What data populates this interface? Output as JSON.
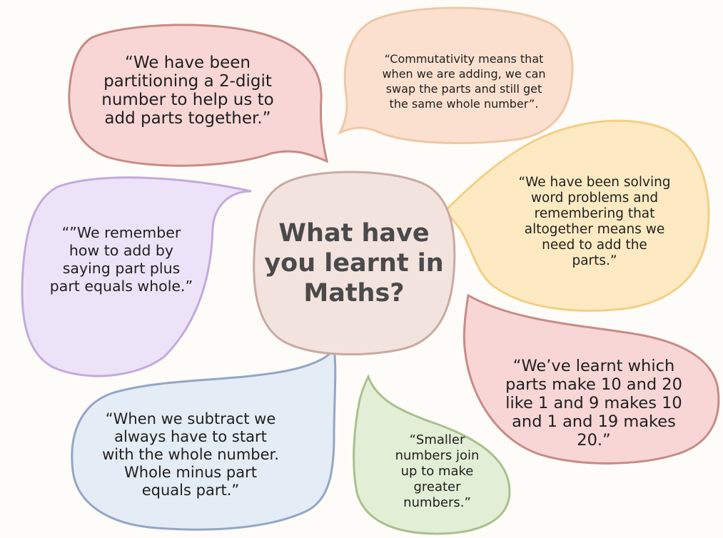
{
  "center": {
    "title": "What have\nyou learnt in\nMaths?",
    "fill": "#f3e3df",
    "stroke": "#c9aaa2"
  },
  "bubbles": [
    {
      "id": "partitioning",
      "text": "“We have been\npartitioning a 2-digit\nnumber to help us to\nadd parts together.”",
      "fill": "#f8d6d6",
      "stroke": "#c98a86"
    },
    {
      "id": "commutativity",
      "text": "“Commutativity means that\nwhen we are adding, we can\nswap the parts and still get\nthe same whole number”.",
      "fill": "#fbe0cf",
      "stroke": "#efc7a6"
    },
    {
      "id": "word-problems",
      "text": "“We have been solving\nword problems and\nremembering that\naltogether means we\nneed to add the\nparts.”",
      "fill": "#fdeac2",
      "stroke": "#f3cf84"
    },
    {
      "id": "part-plus-part",
      "text": "“”We remember\nhow to add by\nsaying part plus\npart equals whole.”",
      "fill": "#ede3f8",
      "stroke": "#c3aadd"
    },
    {
      "id": "make-10-20",
      "text": "“We’ve learnt which\nparts make 10 and 20\nlike 1 and 9 makes 10\nand 1 and 19 makes\n20.”",
      "fill": "#f8d6d6",
      "stroke": "#c98a86"
    },
    {
      "id": "subtract",
      "text": "“When we subtract we\nalways have to start\nwith the whole number.\nWhole minus part\nequals part.”",
      "fill": "#e4ecf5",
      "stroke": "#93a6c6"
    },
    {
      "id": "smaller-numbers",
      "text": "“Smaller\nnumbers join\nup to make\ngreater\nnumbers.”",
      "fill": "#e3eed6",
      "stroke": "#a9c08c"
    }
  ]
}
